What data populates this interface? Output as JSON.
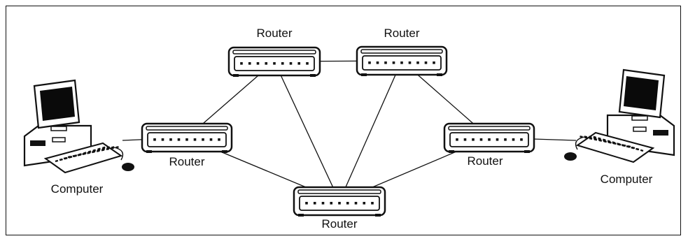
{
  "labels": {
    "router": "Router",
    "computer": "Computer"
  },
  "colors": {
    "ink": "#111111",
    "screen": "#0a0a0a",
    "background": "#ffffff"
  },
  "nodes": [
    {
      "id": "computer-left",
      "type": "computer",
      "label": "Computer"
    },
    {
      "id": "router-left",
      "type": "router",
      "label": "Router"
    },
    {
      "id": "router-top-left",
      "type": "router",
      "label": "Router"
    },
    {
      "id": "router-top-right",
      "type": "router",
      "label": "Router"
    },
    {
      "id": "router-bottom",
      "type": "router",
      "label": "Router"
    },
    {
      "id": "router-right",
      "type": "router",
      "label": "Router"
    },
    {
      "id": "computer-right",
      "type": "computer",
      "label": "Computer"
    }
  ],
  "links": [
    [
      "computer-left",
      "router-left"
    ],
    [
      "router-left",
      "router-top-left"
    ],
    [
      "router-left",
      "router-bottom"
    ],
    [
      "router-top-left",
      "router-top-right"
    ],
    [
      "router-top-left",
      "router-bottom"
    ],
    [
      "router-top-right",
      "router-bottom"
    ],
    [
      "router-top-right",
      "router-right"
    ],
    [
      "router-bottom",
      "router-right"
    ],
    [
      "router-right",
      "computer-right"
    ]
  ]
}
